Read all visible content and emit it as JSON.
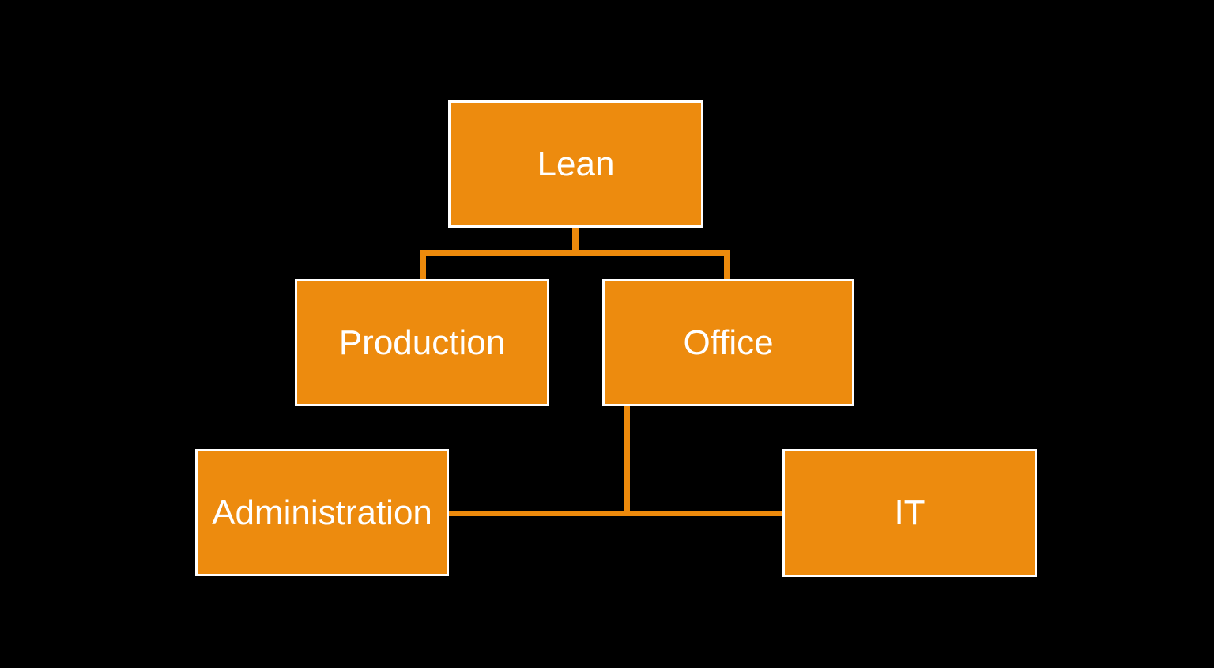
{
  "diagram": {
    "type": "org-chart",
    "nodes": {
      "lean": {
        "label": "Lean"
      },
      "production": {
        "label": "Production"
      },
      "office": {
        "label": "Office"
      },
      "administration": {
        "label": "Administration"
      },
      "it": {
        "label": "IT"
      }
    },
    "edges": [
      {
        "from": "lean",
        "to": "production"
      },
      {
        "from": "lean",
        "to": "office"
      },
      {
        "from": "office",
        "to": "administration"
      },
      {
        "from": "office",
        "to": "it"
      }
    ]
  },
  "colors": {
    "background": "#000000",
    "node_fill": "#ED8B0E",
    "node_border": "#FFFFFF",
    "connector": "#ED8A0C",
    "text": "#FFFFFF"
  }
}
